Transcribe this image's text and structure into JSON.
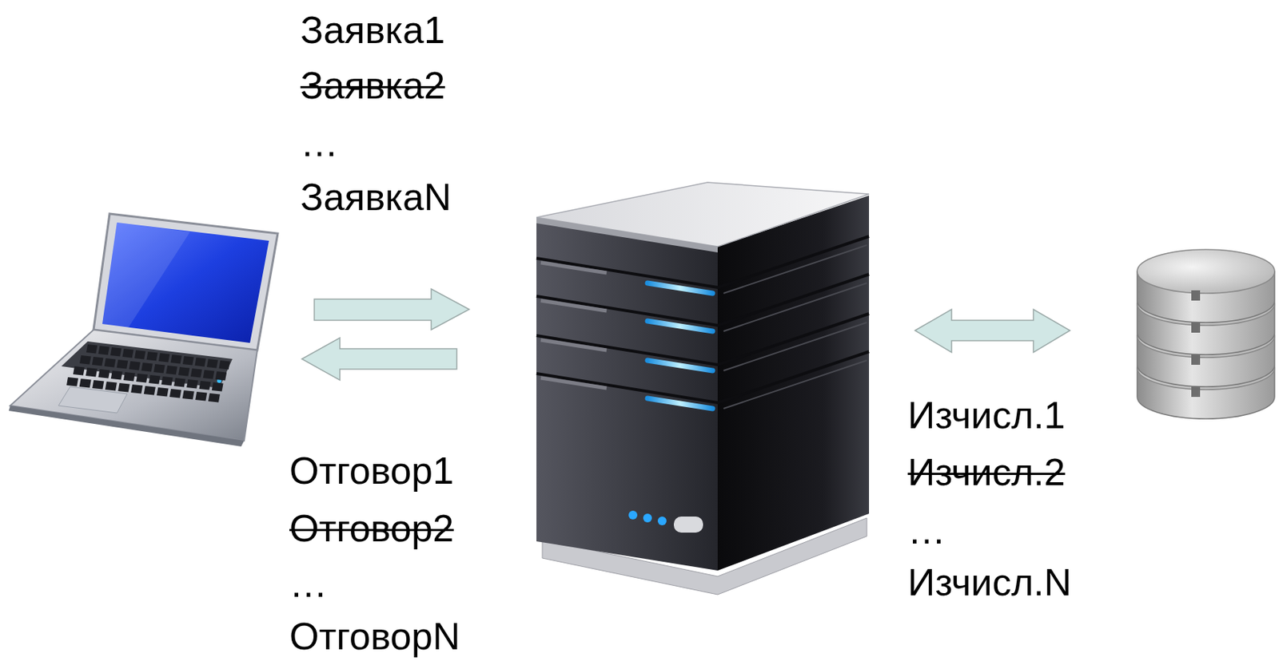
{
  "diagram": {
    "labels": [
      "Заявка1",
      "Заявка2",
      "…",
      "ЗаявкаN",
      "Отговор1",
      "Отговор2",
      "…",
      "ОтговорN",
      "Изчисл.1",
      "Изчисл.2",
      "…",
      "Изчисл.N"
    ]
  }
}
